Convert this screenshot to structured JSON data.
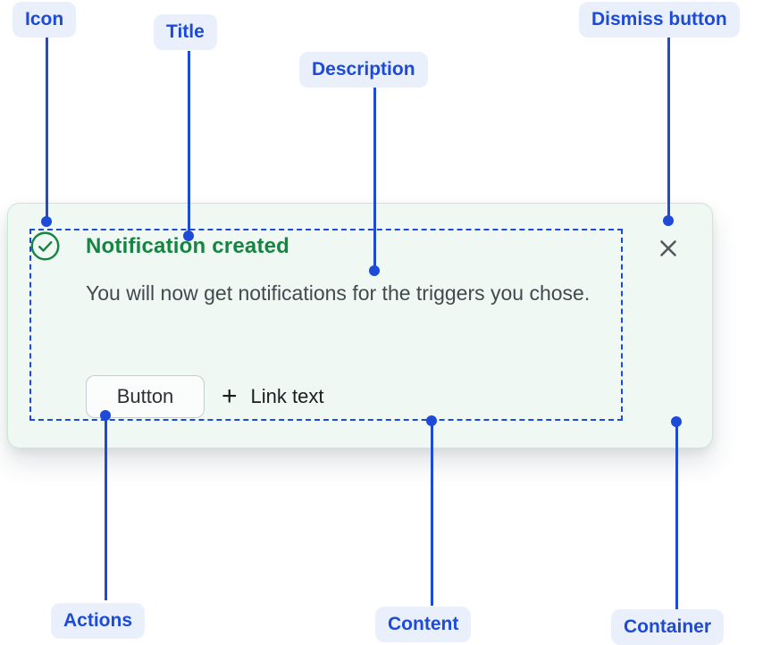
{
  "annotations": {
    "icon": {
      "label": "Icon"
    },
    "title": {
      "label": "Title"
    },
    "description": {
      "label": "Description"
    },
    "dismiss_button": {
      "label": "Dismiss button"
    },
    "actions": {
      "label": "Actions"
    },
    "content": {
      "label": "Content"
    },
    "container": {
      "label": "Container"
    }
  },
  "notification": {
    "icon": "check-circle-icon",
    "title": "Notification created",
    "description": "You will now get notifications for the triggers you chose.",
    "button_label": "Button",
    "link_plus_glyph": "+",
    "link_label": "Link text",
    "dismiss_icon": "close-icon"
  },
  "colors": {
    "annotation_blue": "#1d4bd8",
    "annotation_pill_bg": "#e9f0fc",
    "success_green": "#168442",
    "card_background": "#eff8f2",
    "card_border": "#c7e8d2",
    "description_text": "#45484f",
    "button_border": "#c8cbd1",
    "close_icon_gray": "#55575c"
  }
}
